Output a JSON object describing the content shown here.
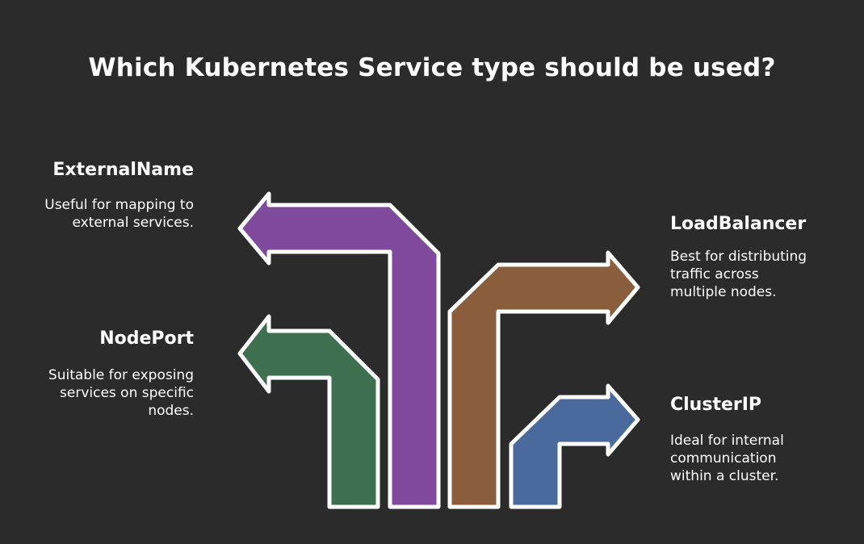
{
  "title": "Which Kubernetes Service type should be used?",
  "items": [
    {
      "label": "ExternalName",
      "description": "Useful for mapping to external services.",
      "color": "#7f4a9c"
    },
    {
      "label": "NodePort",
      "description": "Suitable for exposing services on specific nodes.",
      "color": "#3e7050"
    },
    {
      "label": "LoadBalancer",
      "description": "Best for distributing traffic across multiple nodes.",
      "color": "#8a5e3c"
    },
    {
      "label": "ClusterIP",
      "description": "Ideal for internal communication within a cluster.",
      "color": "#4a6a9e"
    }
  ]
}
